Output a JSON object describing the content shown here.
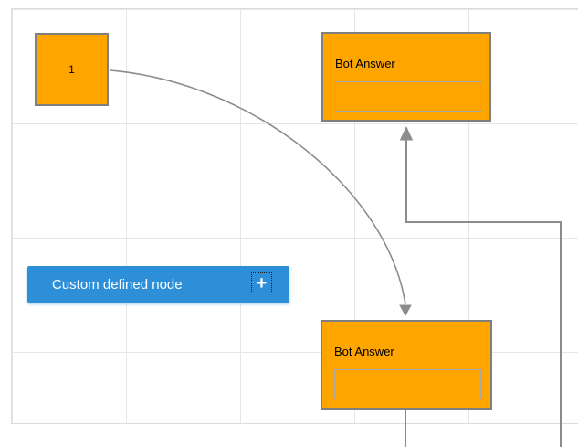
{
  "colors": {
    "node-orange": "#FFA500",
    "node-border": "#7F7F7F",
    "inner-box-border": "#A8A8A8",
    "connector-gray": "#8C8C8C",
    "grid-line": "#E6E6E6",
    "canvas-border": "#DCDCDC",
    "accent-blue": "#2E8FD9",
    "text-dark": "#000000",
    "text-light": "#FFFFFF"
  },
  "nodes": {
    "start": {
      "label": "1"
    },
    "bot_answer_top": {
      "title": "Bot Answer",
      "input_value": ""
    },
    "bot_answer_bottom": {
      "title": "Bot Answer",
      "input_value": ""
    }
  },
  "palette": {
    "custom_node_label": "Custom defined node",
    "add_icon_glyph": "+"
  },
  "connectors": {
    "curve": "start-node to bottom bot-answer, bezier, arrow down",
    "orthogonal": "from off-screen bottom-right up into top bot-answer, arrow up",
    "stub": "from bottom bot-answer downward off-screen"
  }
}
